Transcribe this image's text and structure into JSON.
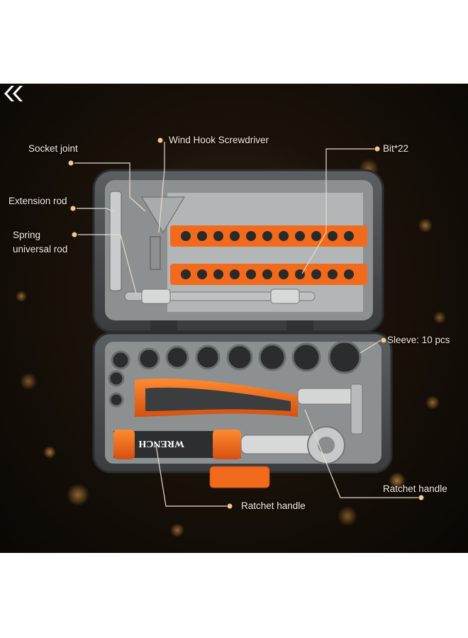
{
  "callouts": {
    "socket_joint": "Socket joint",
    "wind_hook": "Wind Hook Screwdriver",
    "bit": "Bit*22",
    "extension_rod": "Extension rod",
    "spring_line1": "Spring",
    "spring_line2": "universal rod",
    "sleeve": "Sleeve: 10 pcs",
    "ratchet_handle_right": "Ratchet handle",
    "ratchet_handle_bottom": "Ratchet handle"
  },
  "handle_brand": "WRENCH",
  "icons": {
    "nav": "double-chevron-left-icon"
  },
  "colors": {
    "case": "#4a4e50",
    "accent": "#f26a1b",
    "tray": "#8c9090",
    "callout_dot": "#f4c98a"
  }
}
